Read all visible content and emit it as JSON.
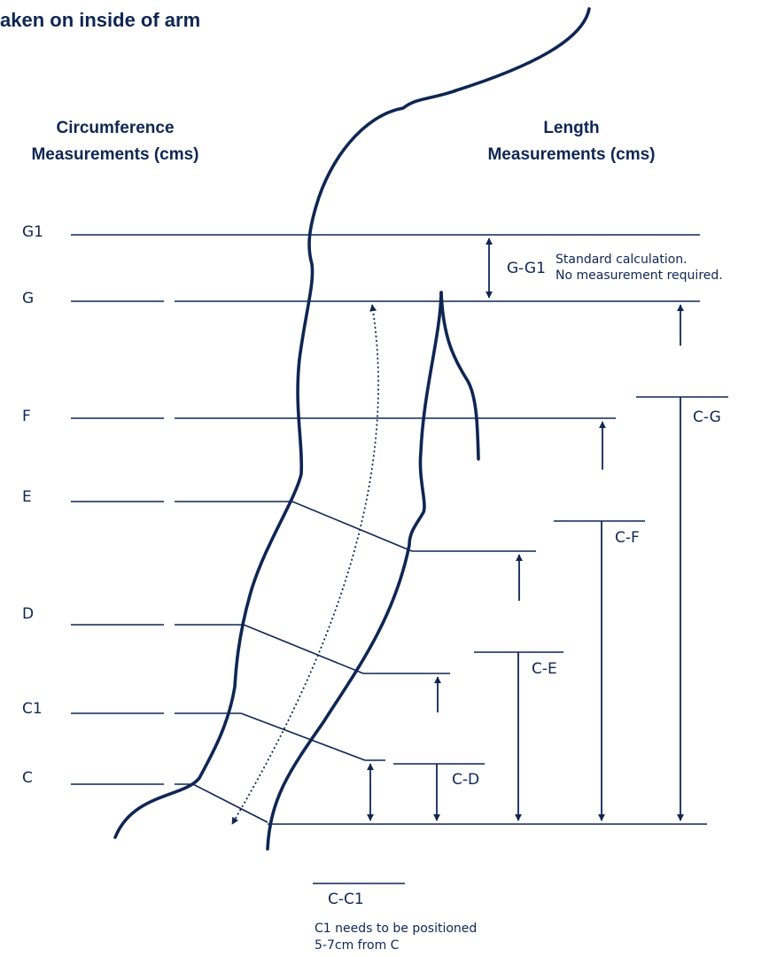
{
  "title": "aken on inside of arm",
  "headers": {
    "circumference": [
      "Circumference",
      "Measurements (cms)"
    ],
    "length": [
      "Length",
      "Measurements (cms)"
    ]
  },
  "levels": [
    "G1",
    "G",
    "F",
    "E",
    "D",
    "C1",
    "C"
  ],
  "standard_note": {
    "label": "G-G1",
    "lines": [
      "Standard calculation.",
      "No measurement required."
    ]
  },
  "length_labels": [
    "C-G",
    "C-F",
    "C-E",
    "C-D",
    "C-C1"
  ],
  "c1_note": [
    "C1 needs to be positioned",
    "5-7cm from C"
  ],
  "colors": {
    "navy": "#0f2653"
  }
}
